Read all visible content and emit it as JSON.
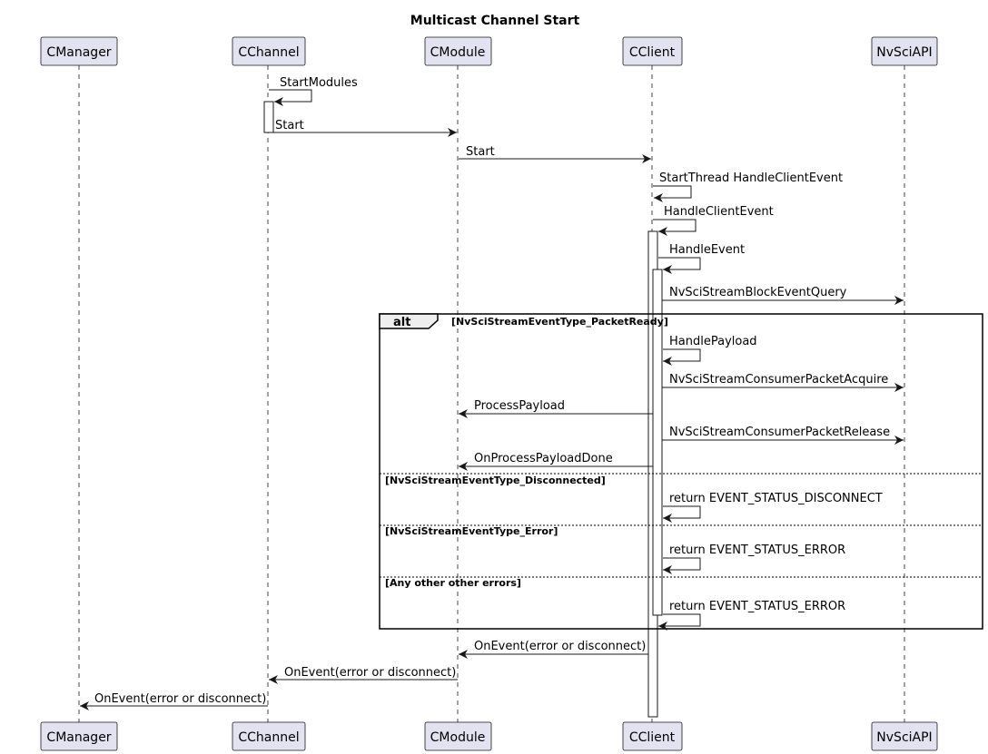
{
  "title": "Multicast Channel Start",
  "participants": [
    {
      "id": "mgr",
      "name": "CManager"
    },
    {
      "id": "ch",
      "name": "CChannel"
    },
    {
      "id": "mod",
      "name": "CModule"
    },
    {
      "id": "cl",
      "name": "CClient"
    },
    {
      "id": "api",
      "name": "NvSciAPI"
    }
  ],
  "messages": [
    {
      "from": "ch",
      "to": "ch",
      "label": "StartModules"
    },
    {
      "from": "ch",
      "to": "mod",
      "label": "Start"
    },
    {
      "from": "mod",
      "to": "cl",
      "label": "Start"
    },
    {
      "from": "cl",
      "to": "cl",
      "label": "StartThread HandleClientEvent"
    },
    {
      "from": "cl",
      "to": "cl",
      "label": "HandleClientEvent"
    },
    {
      "from": "cl",
      "to": "cl",
      "label": "HandleEvent"
    },
    {
      "from": "cl",
      "to": "api",
      "label": "NvSciStreamBlockEventQuery"
    },
    {
      "from": "cl",
      "to": "cl",
      "label": "HandlePayload"
    },
    {
      "from": "cl",
      "to": "api",
      "label": "NvSciStreamConsumerPacketAcquire"
    },
    {
      "from": "cl",
      "to": "mod",
      "label": "ProcessPayload"
    },
    {
      "from": "cl",
      "to": "api",
      "label": "NvSciStreamConsumerPacketRelease"
    },
    {
      "from": "cl",
      "to": "mod",
      "label": "OnProcessPayloadDone"
    },
    {
      "from": "cl",
      "to": "cl",
      "label": "return EVENT_STATUS_DISCONNECT"
    },
    {
      "from": "cl",
      "to": "cl",
      "label": "return EVENT_STATUS_ERROR"
    },
    {
      "from": "cl",
      "to": "cl",
      "label": "return EVENT_STATUS_ERROR"
    },
    {
      "from": "cl",
      "to": "mod",
      "label": "OnEvent(error or disconnect)"
    },
    {
      "from": "mod",
      "to": "ch",
      "label": "OnEvent(error or disconnect)"
    },
    {
      "from": "ch",
      "to": "mgr",
      "label": "OnEvent(error or disconnect)"
    }
  ],
  "alt_fragment": {
    "keyword": "alt",
    "sections": [
      {
        "guard": "[NvSciStreamEventType_PacketReady]"
      },
      {
        "guard": "[NvSciStreamEventType_Disconnected]"
      },
      {
        "guard": "[NvSciStreamEventType_Error]"
      },
      {
        "guard": "[Any other other errors]"
      }
    ]
  },
  "colors": {
    "participant_fill": "#e2e2f0",
    "line": "#181818"
  }
}
